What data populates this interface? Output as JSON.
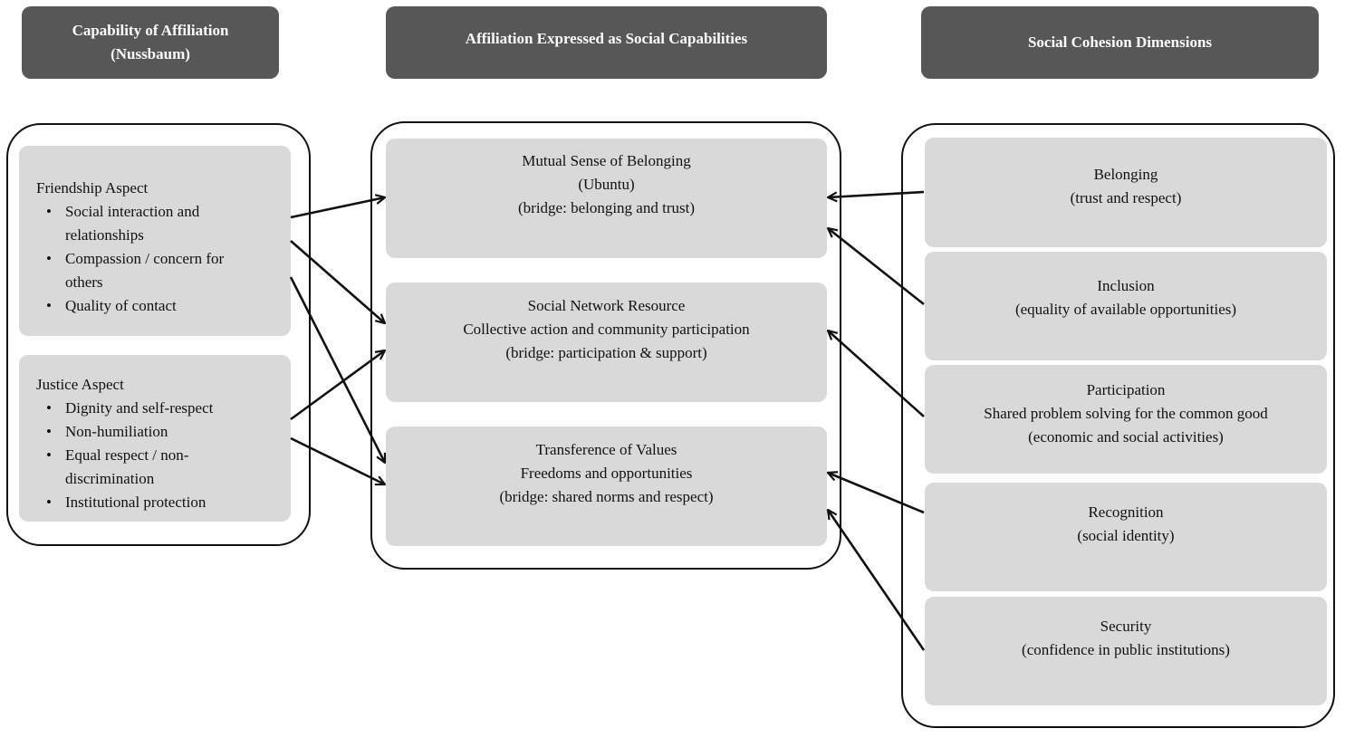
{
  "headers": {
    "left": [
      "Capability of Affiliation",
      "(Nussbaum)"
    ],
    "center": [
      "Affiliation Expressed as Social Capabilities"
    ],
    "right": [
      "Social Cohesion Dimensions"
    ]
  },
  "left_column": {
    "friendship": {
      "title": "Friendship Aspect",
      "items": [
        "Social interaction and relationships",
        "Compassion / concern for others",
        "Quality of contact"
      ]
    },
    "justice": {
      "title": "Justice Aspect",
      "items": [
        "Dignity and self-respect",
        "Non-humiliation",
        "Equal respect / non-discrimination",
        "Institutional protection"
      ]
    }
  },
  "center_column": [
    {
      "lines": [
        "Mutual Sense of Belonging",
        "(Ubuntu)",
        "(bridge: belonging and trust)"
      ]
    },
    {
      "lines": [
        "Social Network Resource",
        "Collective action and community participation",
        "(bridge: participation & support)"
      ]
    },
    {
      "lines": [
        "Transference of Values",
        "Freedoms and opportunities",
        "(bridge: shared norms and respect)"
      ]
    }
  ],
  "right_column": [
    {
      "lines": [
        "Belonging",
        "(trust and respect)"
      ]
    },
    {
      "lines": [
        "Inclusion",
        "(equality of available opportunities)"
      ]
    },
    {
      "lines": [
        "Participation",
        "Shared problem solving for the common good",
        "(economic and social activities)"
      ]
    },
    {
      "lines": [
        "Recognition",
        "(social identity)"
      ]
    },
    {
      "lines": [
        "Security",
        "(confidence in public institutions)"
      ]
    }
  ],
  "connections": [
    {
      "from": "Friendship Aspect",
      "to": "Mutual Sense of Belonging"
    },
    {
      "from": "Friendship Aspect",
      "to": "Social Network Resource"
    },
    {
      "from": "Friendship Aspect",
      "to": "Transference of Values"
    },
    {
      "from": "Justice Aspect",
      "to": "Social Network Resource"
    },
    {
      "from": "Justice Aspect",
      "to": "Transference of Values"
    },
    {
      "from": "Belonging",
      "to": "Mutual Sense of Belonging"
    },
    {
      "from": "Inclusion",
      "to": "Mutual Sense of Belonging"
    },
    {
      "from": "Participation",
      "to": "Social Network Resource"
    },
    {
      "from": "Recognition",
      "to": "Transference of Values"
    },
    {
      "from": "Security",
      "to": "Transference of Values"
    }
  ],
  "colors": {
    "header_bg": "#575757",
    "card_bg": "#d9d9d9",
    "line": "#111111"
  }
}
